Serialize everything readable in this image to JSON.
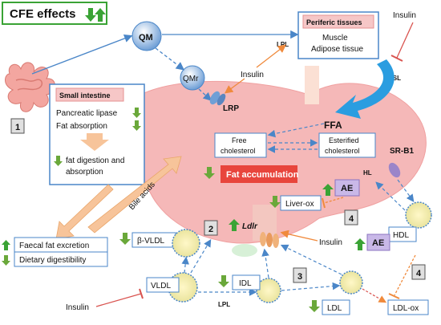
{
  "title": "CFE effects",
  "nodes": {
    "qm": "QM",
    "qmr": "QMr",
    "lrp": "LRP",
    "lpl_top": "LPL",
    "insulin_top": "Insulin",
    "insulin_right": "Insulin",
    "hsl": "HSL",
    "peripheral_title": "Periferic tissues",
    "muscle": "Muscle",
    "adipose": "Adipose tissue",
    "ffa": "FFA",
    "free_chol_1": "Free",
    "free_chol_2": "cholesterol",
    "est_chol_1": "Esterified",
    "est_chol_2": "cholesterol",
    "srb1": "SR-B1",
    "hl": "HL",
    "fat_acc": "Fat accumulation",
    "ae_top": "AE",
    "liver_ox": "Liver-ox",
    "ldlr": "Ldlr",
    "bile": "Bile acids",
    "insulin_mid": "Insulin",
    "insulin_left": "Insulin",
    "hdl": "HDL",
    "ae_bottom": "AE",
    "ldl": "LDL",
    "ldl_ox": "LDL-ox",
    "idl": "IDL",
    "lpl_bottom": "LPL",
    "vldl": "VLDL",
    "beta_vldl": "β-VLDL",
    "faecal": "Faecal fat excretion",
    "dietary": "Dietary digestibility"
  },
  "intestine_box": {
    "title": "Small intestine",
    "line1": "Pancreatic lipase",
    "line2": "Fat absorption",
    "line3": "fat digestion and",
    "line4": "absorption"
  },
  "steps": [
    "1",
    "2",
    "3",
    "4",
    "4"
  ],
  "colors": {
    "up": "#3aa335",
    "down": "#6aa83a",
    "blue_arrow": "#4a86c8",
    "orange_arrow": "#f08a3c",
    "red_inhibit": "#d9534f",
    "liver": "#f5b8b8",
    "fat_box": "#e8453c",
    "ae_box": "#c9b8e8"
  }
}
